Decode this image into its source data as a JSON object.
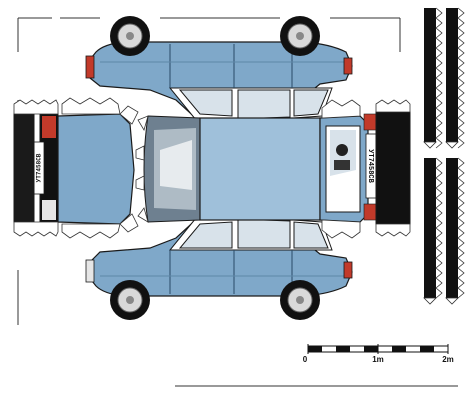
{
  "scale_bar": {
    "labels": [
      "0",
      "1m",
      "2m"
    ]
  },
  "license_plate": {
    "text": "УТ7458СВ"
  },
  "colors": {
    "body": "#7FA8C9",
    "body_light": "#9FC0DA",
    "body_shade": "#5E87A8",
    "window": "#D8E2EA",
    "window_dark": "#6E8090",
    "tyre": "#111111",
    "outline": "#1a1a1a",
    "tab": "#ffffff",
    "taillight": "#C23A2A"
  }
}
